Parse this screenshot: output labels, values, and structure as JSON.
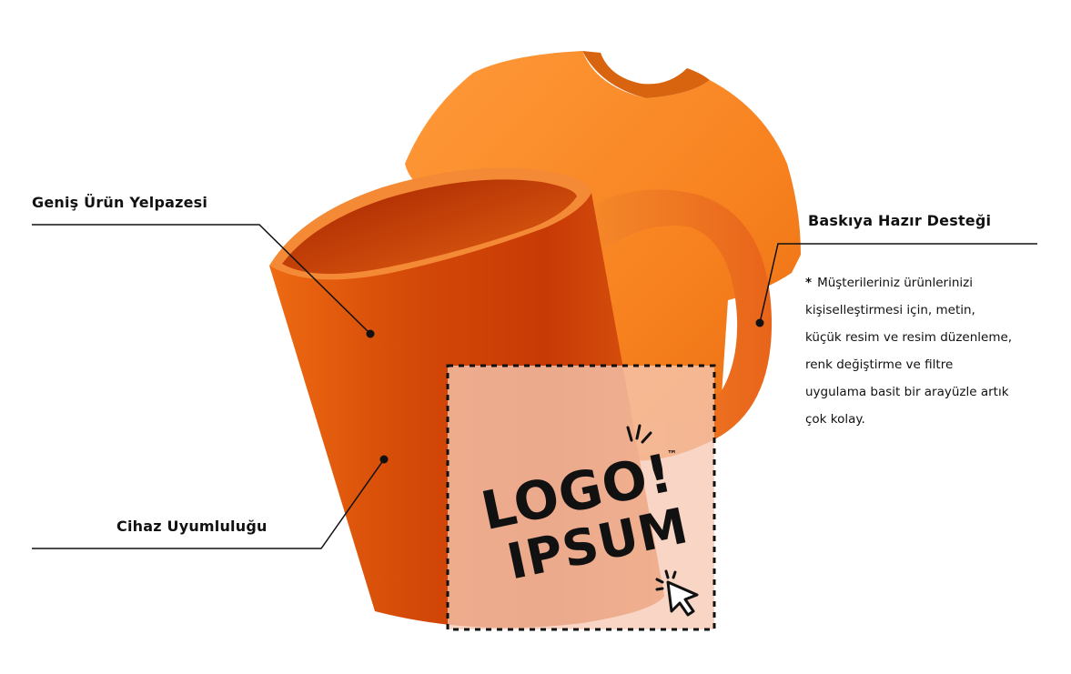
{
  "labels": {
    "wide_range": "Geniş Ürün Yelpazesi",
    "device_compat": "Cihaz Uyumluluğu",
    "print_ready": "Baskıya Hazır Desteği"
  },
  "description": {
    "bullet": "*",
    "lines": [
      "Müşterileriniz ürünlerinizi",
      "kişiselleştirmesi için, metin,",
      "küçük resim ve resim düzenleme,",
      "renk değiştirme ve filtre",
      "uygulama basit bir arayüzle artık",
      "çok kolay."
    ]
  },
  "logo": {
    "line1": "LOGO!",
    "line2": "IPSUM",
    "tm": "™"
  },
  "icons": {
    "cursor": "click-cursor-icon",
    "tshirt": "tshirt-product-image",
    "mug": "mug-product-image"
  },
  "colors": {
    "product_orange": "#f07a1e",
    "mug_dark": "#c83a05",
    "highlight": "#f3b197",
    "text": "#111111"
  }
}
